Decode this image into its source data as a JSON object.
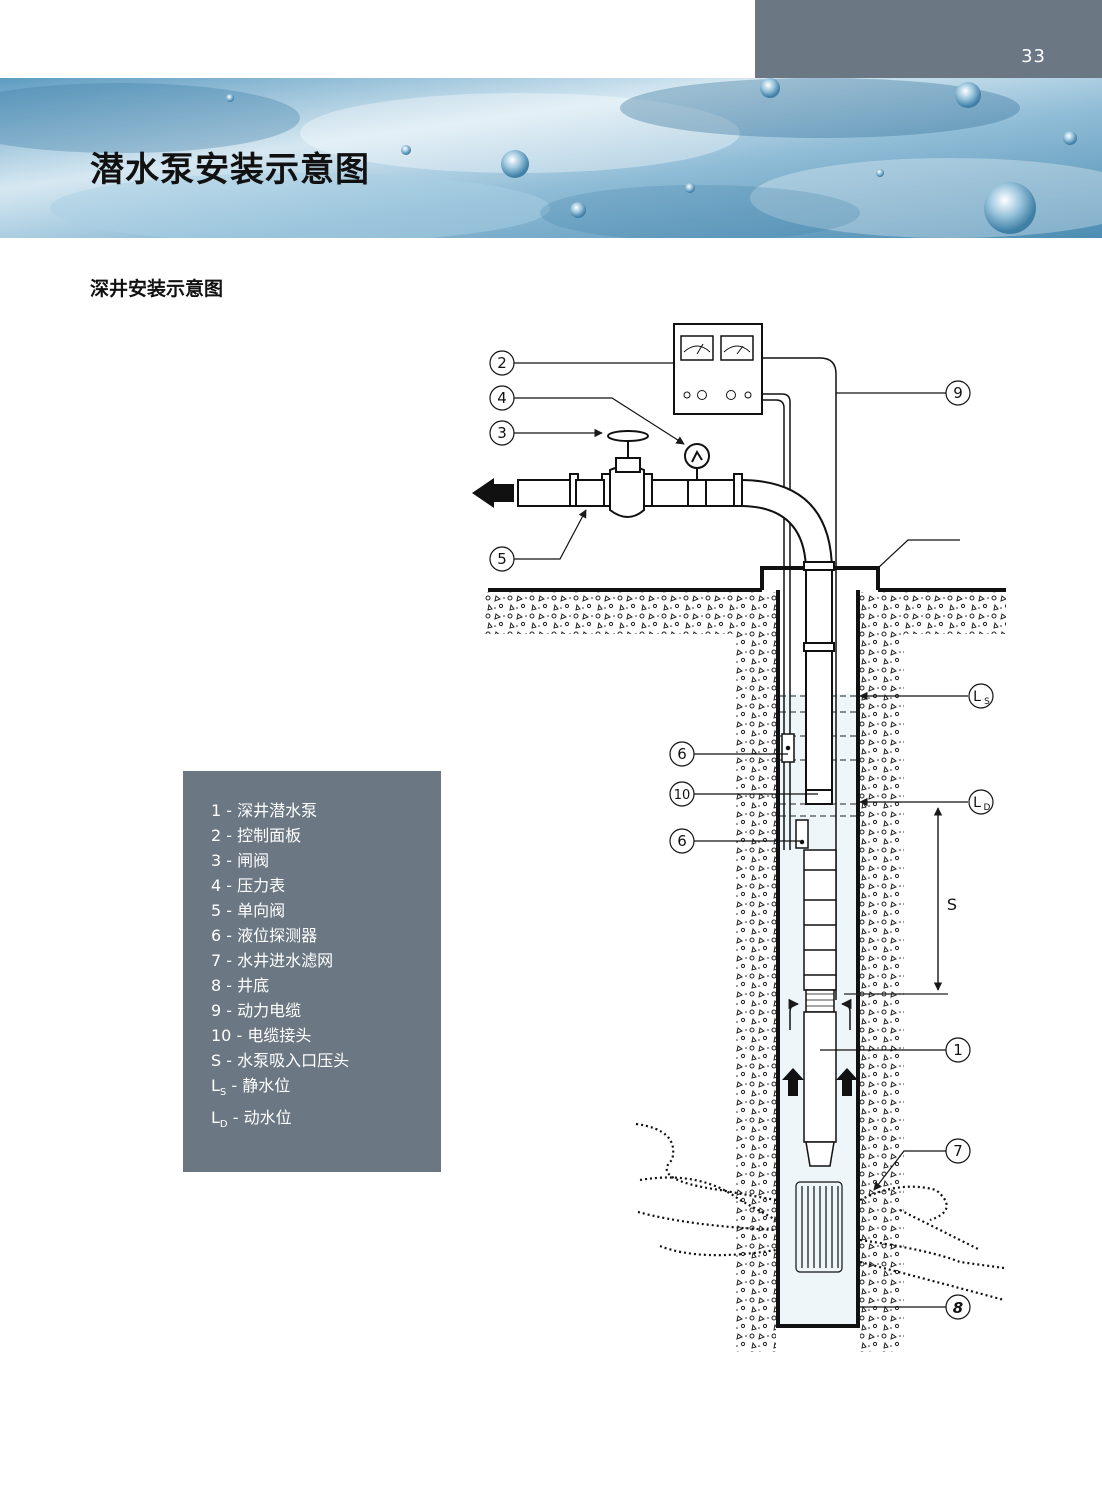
{
  "page": {
    "number": "33"
  },
  "header": {
    "title": "潜水泵安装示意图"
  },
  "section": {
    "title": "深井安装示意图"
  },
  "legend": {
    "items": [
      {
        "key": "1",
        "sub": "",
        "sep": " - ",
        "text": "深井潜水泵"
      },
      {
        "key": "2",
        "sub": "",
        "sep": " - ",
        "text": "控制面板"
      },
      {
        "key": "3",
        "sub": "",
        "sep": " - ",
        "text": "闸阀"
      },
      {
        "key": "4",
        "sub": "",
        "sep": " - ",
        "text": "压力表"
      },
      {
        "key": "5",
        "sub": "",
        "sep": " - ",
        "text": "单向阀"
      },
      {
        "key": "6",
        "sub": "",
        "sep": " - ",
        "text": "液位探测器"
      },
      {
        "key": "7",
        "sub": "",
        "sep": " - ",
        "text": "水井进水滤网"
      },
      {
        "key": "8",
        "sub": "",
        "sep": " - ",
        "text": "井底"
      },
      {
        "key": "9",
        "sub": "",
        "sep": " - ",
        "text": "动力电缆"
      },
      {
        "key": "10",
        "sub": "",
        "sep": " - ",
        "text": "电缆接头"
      },
      {
        "key": "S",
        "sub": "",
        "sep": " - ",
        "text": "水泵吸入口压头"
      },
      {
        "key": "L",
        "sub": "S",
        "sep": " - ",
        "text": "静水位"
      },
      {
        "key": "L",
        "sub": "D",
        "sep": " - ",
        "text": "动水位"
      }
    ]
  },
  "diagram": {
    "callouts": {
      "c1": "1",
      "c2": "2",
      "c3": "3",
      "c4": "4",
      "c5": "5",
      "c6a": "6",
      "c6b": "6",
      "c7": "7",
      "c8": "8",
      "c9": "9",
      "c10": "10",
      "ls_main": "L",
      "ls_sub": "S",
      "ld_main": "L",
      "ld_sub": "D",
      "s": "S"
    },
    "colors": {
      "line": "#1a1a1a",
      "legend_bg": "#6b7883",
      "tab_bg": "#6b7883",
      "water": "#b9d9ea"
    }
  }
}
